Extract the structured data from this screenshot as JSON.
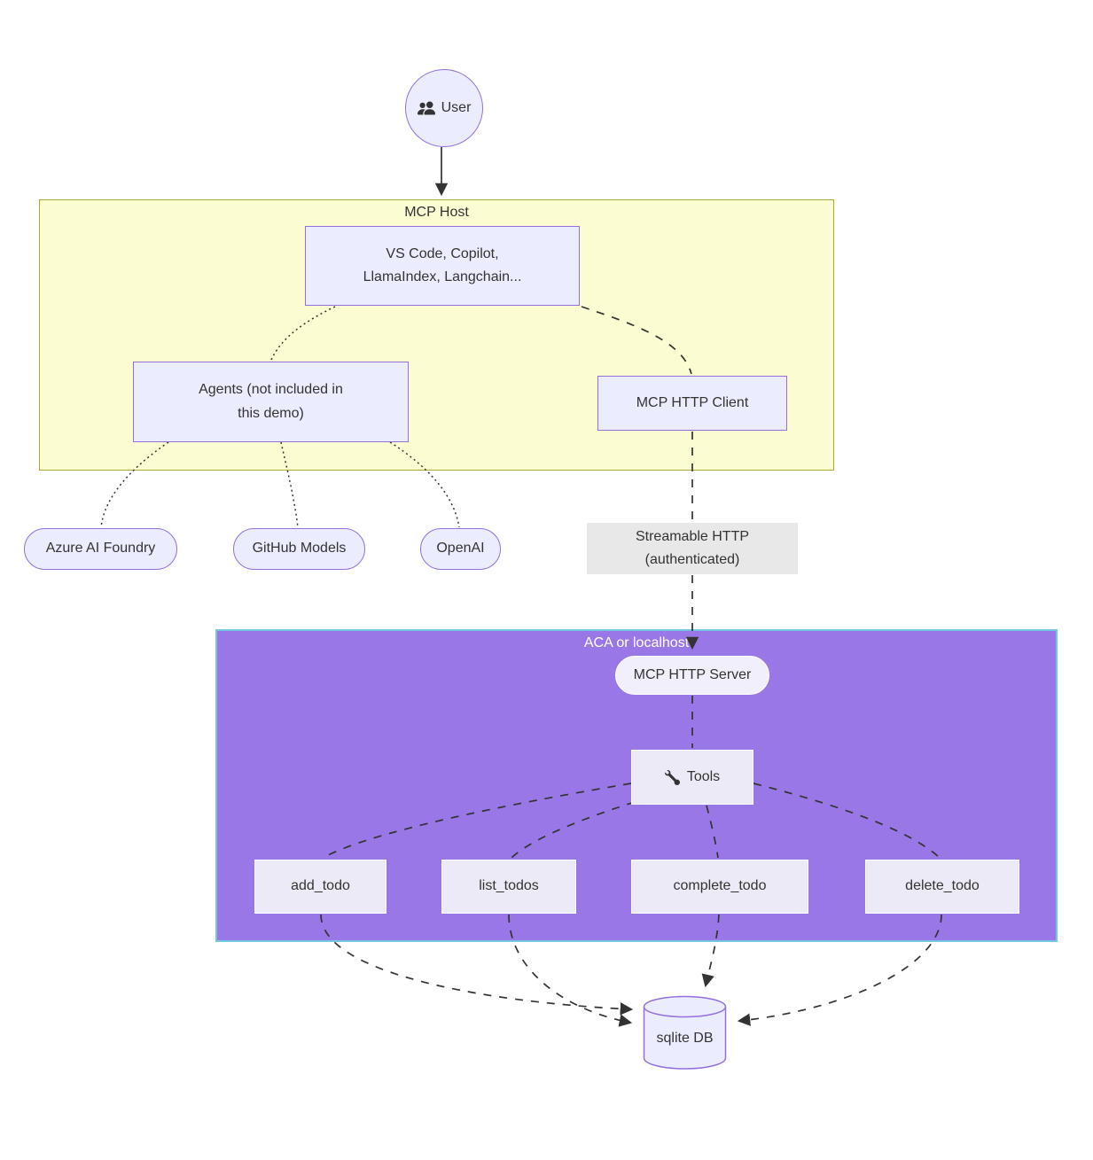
{
  "diagram": {
    "type": "flowchart",
    "containers": {
      "mcp_host": {
        "label": "MCP Host",
        "fill": "#FCFCD2",
        "border": "#AAAA33"
      },
      "aca": {
        "label": "ACA or localhost",
        "fill": "#9A77E6",
        "border": "#74C6E3"
      }
    },
    "nodes": {
      "user": {
        "label": "User",
        "icon": "users-icon",
        "shape": "circle"
      },
      "vscode": {
        "line1": "VS Code, Copilot,",
        "line2": "LlamaIndex, Langchain...",
        "shape": "rect"
      },
      "agents": {
        "line1": "Agents (not included in",
        "line2": "this demo)",
        "shape": "rect"
      },
      "mcp_http_client": {
        "label": "MCP HTTP Client",
        "shape": "rect"
      },
      "azure_ai_foundry": {
        "label": "Azure AI Foundry",
        "shape": "stadium"
      },
      "github_models": {
        "label": "GitHub Models",
        "shape": "stadium"
      },
      "openai": {
        "label": "OpenAI",
        "shape": "stadium"
      },
      "mcp_http_server": {
        "label": "MCP HTTP Server",
        "shape": "stadium"
      },
      "tools": {
        "label": "Tools",
        "icon": "wrench-icon",
        "shape": "rect"
      },
      "add_todo": {
        "label": "add_todo",
        "shape": "rect"
      },
      "list_todos": {
        "label": "list_todos",
        "shape": "rect"
      },
      "complete_todo": {
        "label": "complete_todo",
        "shape": "rect"
      },
      "delete_todo": {
        "label": "delete_todo",
        "shape": "rect"
      },
      "sqlite_db": {
        "label": "sqlite DB",
        "shape": "cylinder"
      }
    },
    "edge_labels": {
      "streamable_http": {
        "line1": "Streamable HTTP",
        "line2": "(authenticated)",
        "bg": "#E8E8E8"
      }
    },
    "edges": [
      {
        "from": "user",
        "to": "mcp_host",
        "style": "solid",
        "arrow": true
      },
      {
        "from": "vscode",
        "to": "agents",
        "style": "dotted",
        "arrow": false
      },
      {
        "from": "vscode",
        "to": "mcp_http_client",
        "style": "dashed",
        "arrow": false
      },
      {
        "from": "agents",
        "to": "azure_ai_foundry",
        "style": "dotted",
        "arrow": false
      },
      {
        "from": "agents",
        "to": "github_models",
        "style": "dotted",
        "arrow": false
      },
      {
        "from": "agents",
        "to": "openai",
        "style": "dotted",
        "arrow": false
      },
      {
        "from": "mcp_http_client",
        "to": "mcp_http_server",
        "style": "dashed",
        "arrow": true,
        "label": "Streamable HTTP (authenticated)"
      },
      {
        "from": "mcp_http_server",
        "to": "tools",
        "style": "dashed",
        "arrow": false
      },
      {
        "from": "tools",
        "to": "add_todo",
        "style": "dashed",
        "arrow": false
      },
      {
        "from": "tools",
        "to": "list_todos",
        "style": "dashed",
        "arrow": false
      },
      {
        "from": "tools",
        "to": "complete_todo",
        "style": "dashed",
        "arrow": false
      },
      {
        "from": "tools",
        "to": "delete_todo",
        "style": "dashed",
        "arrow": false
      },
      {
        "from": "add_todo",
        "to": "sqlite_db",
        "style": "dashed",
        "arrow": true
      },
      {
        "from": "list_todos",
        "to": "sqlite_db",
        "style": "dashed",
        "arrow": true
      },
      {
        "from": "complete_todo",
        "to": "sqlite_db",
        "style": "dashed",
        "arrow": true
      },
      {
        "from": "delete_todo",
        "to": "sqlite_db",
        "style": "dashed",
        "arrow": true
      }
    ],
    "colors": {
      "node_fill": "#ECECFF",
      "node_border": "#9370DB",
      "inner_node_fill": "#EDEAF8",
      "inner_node_border": "#FFFFFF",
      "edge_color": "#333333",
      "text_color": "#333333",
      "aca_label_color": "#FFFFFF"
    }
  }
}
